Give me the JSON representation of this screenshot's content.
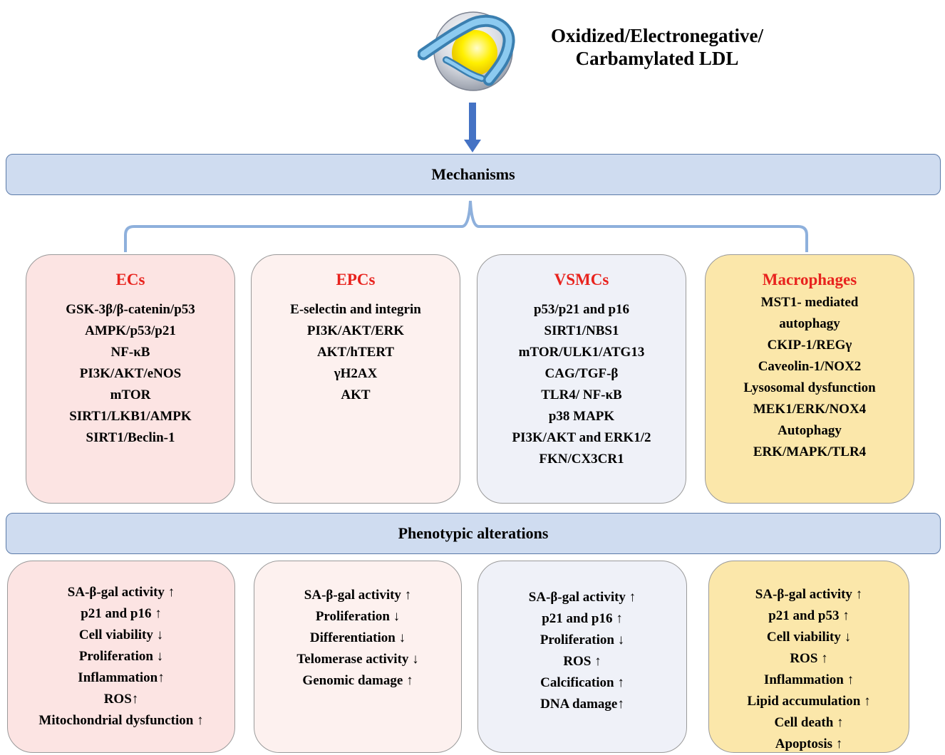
{
  "ldl": {
    "title_line1": "Oxidized/Electronegative/",
    "title_line2": "Carbamylated  LDL",
    "icon": "ldl-particle-icon"
  },
  "mechanisms_label": "Mechanisms",
  "phenotypes_label": "Phenotypic alterations",
  "colors": {
    "header_bar": "#cfdcf0",
    "cell_title": "#e8231e",
    "connector": "#8eb0dc",
    "arrow": "#4472c4",
    "ecs_box": "#fce4e3",
    "epcs_box": "#fdf1ef",
    "vsmcs_box": "#eff1f8",
    "macrophages_box": "#fbe7aa"
  },
  "cells": [
    {
      "title": "ECs",
      "mechanisms": [
        "GSK-3β/β-catenin/p53",
        "AMPK/p53/p21",
        "NF-κB",
        "PI3K/AKT/eNOS",
        "mTOR",
        "SIRT1/LKB1/AMPK",
        "SIRT1/Beclin-1"
      ],
      "phenotypes": [
        "SA-β-gal activity ↑",
        "p21 and p16 ↑",
        "Cell viability ↓",
        "Proliferation ↓",
        "Inflammation↑",
        "ROS↑",
        "Mitochondrial dysfunction ↑"
      ]
    },
    {
      "title": "EPCs",
      "mechanisms": [
        "E-selectin and integrin",
        "PI3K/AKT/ERK",
        "AKT/hTERT",
        "γH2AX",
        "AKT"
      ],
      "phenotypes": [
        "SA-β-gal activity ↑",
        "Proliferation ↓",
        "Differentiation ↓",
        "Telomerase activity ↓",
        "Genomic damage ↑"
      ]
    },
    {
      "title": "VSMCs",
      "mechanisms": [
        "p53/p21 and p16",
        "SIRT1/NBS1",
        "mTOR/ULK1/ATG13",
        "CAG/TGF-β",
        "TLR4/ NF-κB",
        "p38 MAPK",
        "PI3K/AKT and ERK1/2",
        "FKN/CX3CR1"
      ],
      "phenotypes": [
        "SA-β-gal activity ↑",
        "p21 and p16 ↑",
        "Proliferation ↓",
        "ROS ↑",
        "Calcification ↑",
        "DNA damage↑"
      ]
    },
    {
      "title": "Macrophages",
      "mechanisms": [
        "MST1- mediated",
        "autophagy",
        "CKIP-1/REGγ",
        "Caveolin-1/NOX2",
        "Lysosomal dysfunction",
        "MEK1/ERK/NOX4",
        "Autophagy",
        "ERK/MAPK/TLR4"
      ],
      "phenotypes": [
        "SA-β-gal activity ↑",
        "p21 and p53 ↑",
        "Cell viability ↓",
        "ROS ↑",
        "Inflammation ↑",
        "Lipid accumulation ↑",
        "Cell death ↑",
        "Apoptosis ↑"
      ]
    }
  ]
}
